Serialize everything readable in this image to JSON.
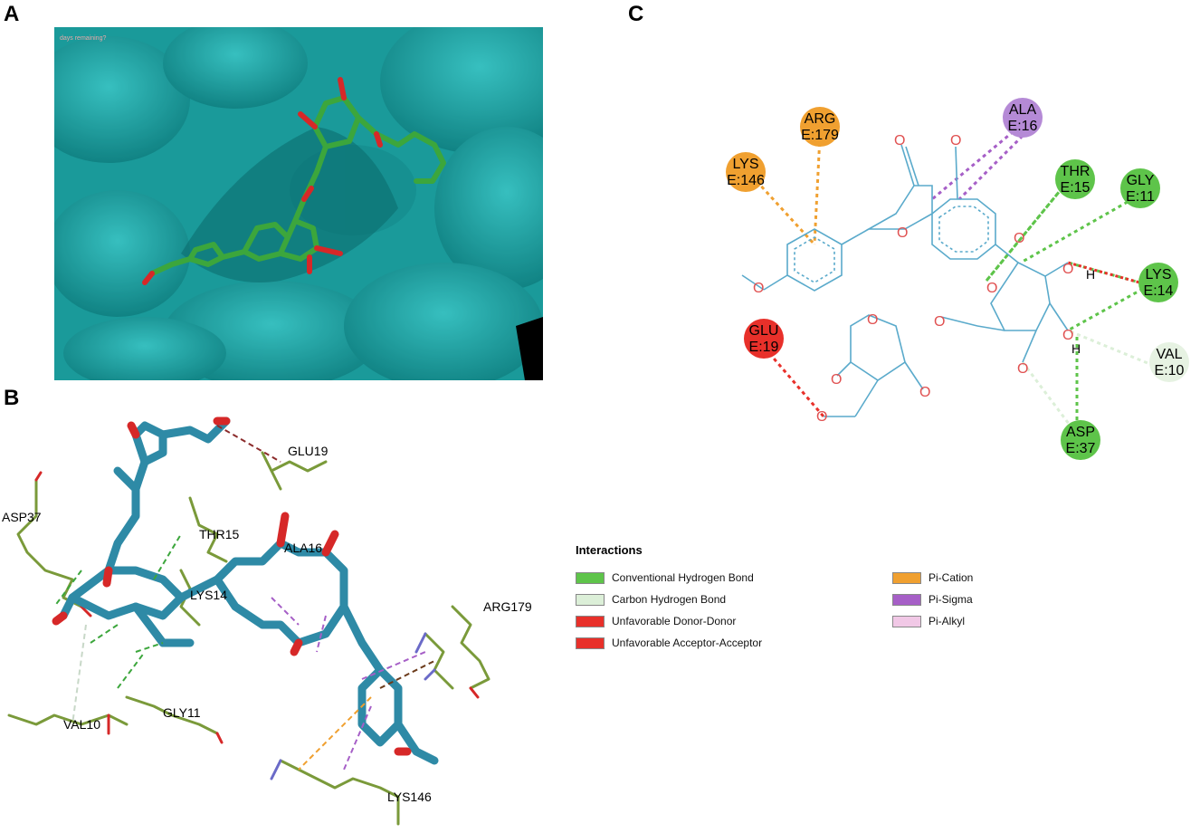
{
  "panels": {
    "a": {
      "label": "A",
      "overlay_text": "days remaining?"
    },
    "b": {
      "label": "B"
    },
    "c": {
      "label": "C"
    }
  },
  "panel_b_residues": [
    "GLU19",
    "ASP37",
    "THR15",
    "ALA16",
    "LYS14",
    "ARG179",
    "GLY11",
    "VAL10",
    "LYS146"
  ],
  "panel_c_residues": [
    {
      "name": "ARG",
      "num": "E:179",
      "color": "#f0a030"
    },
    {
      "name": "LYS",
      "num": "E:146",
      "color": "#f0a030"
    },
    {
      "name": "ALA",
      "num": "E:16",
      "color": "#b58ad6"
    },
    {
      "name": "THR",
      "num": "E:15",
      "color": "#5ec44a"
    },
    {
      "name": "GLY",
      "num": "E:11",
      "color": "#5ec44a"
    },
    {
      "name": "LYS",
      "num": "E:14",
      "color": "#5ec44a"
    },
    {
      "name": "GLU",
      "num": "E:19",
      "color": "#e8302a"
    },
    {
      "name": "VAL",
      "num": "E:10",
      "color": "#e6f2e2"
    },
    {
      "name": "ASP",
      "num": "E:37",
      "color": "#5ec44a"
    }
  ],
  "panel_c_atoms": {
    "h1": "H",
    "h2": "H"
  },
  "legend": {
    "title": "Interactions",
    "items": [
      {
        "label": "Conventional Hydrogen Bond",
        "color": "#5ec44a"
      },
      {
        "label": "Carbon Hydrogen Bond",
        "color": "#dcefd8"
      },
      {
        "label": "Unfavorable Donor-Donor",
        "color": "#e8302a"
      },
      {
        "label": "Unfavorable Acceptor-Acceptor",
        "color": "#e8302a"
      },
      {
        "label": "Pi-Cation",
        "color": "#f0a030"
      },
      {
        "label": "Pi-Sigma",
        "color": "#a65fc7"
      },
      {
        "label": "Pi-Alkyl",
        "color": "#f1c8e6"
      }
    ]
  }
}
